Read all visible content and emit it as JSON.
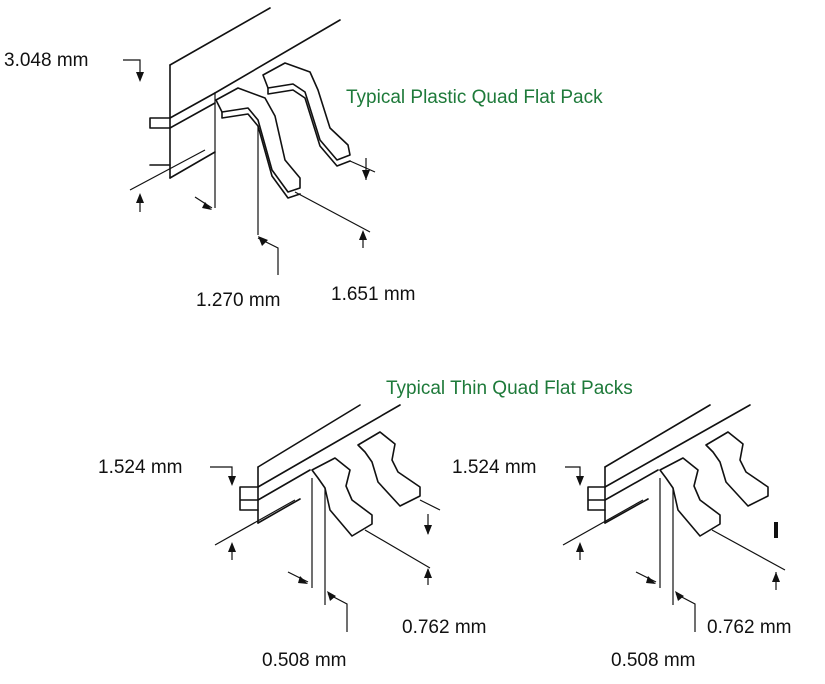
{
  "colors": {
    "title": "#1e7a3a",
    "line": "#111111"
  },
  "pqfp": {
    "title": "Typical Plastic Quad Flat Pack",
    "dims": {
      "body_height": "3.048 mm",
      "lead_pitch": "1.270 mm",
      "lead_length": "1.651 mm"
    }
  },
  "tqfp_group_title": "Typical Thin Quad Flat Packs",
  "tqfp_left": {
    "dims": {
      "body_height": "1.524 mm",
      "lead_pitch": "0.508 mm",
      "lead_length": "0.762 mm"
    }
  },
  "tqfp_right": {
    "dims": {
      "body_height": "1.524 mm",
      "lead_pitch": "0.508 mm",
      "lead_length": "0.762 mm"
    }
  }
}
